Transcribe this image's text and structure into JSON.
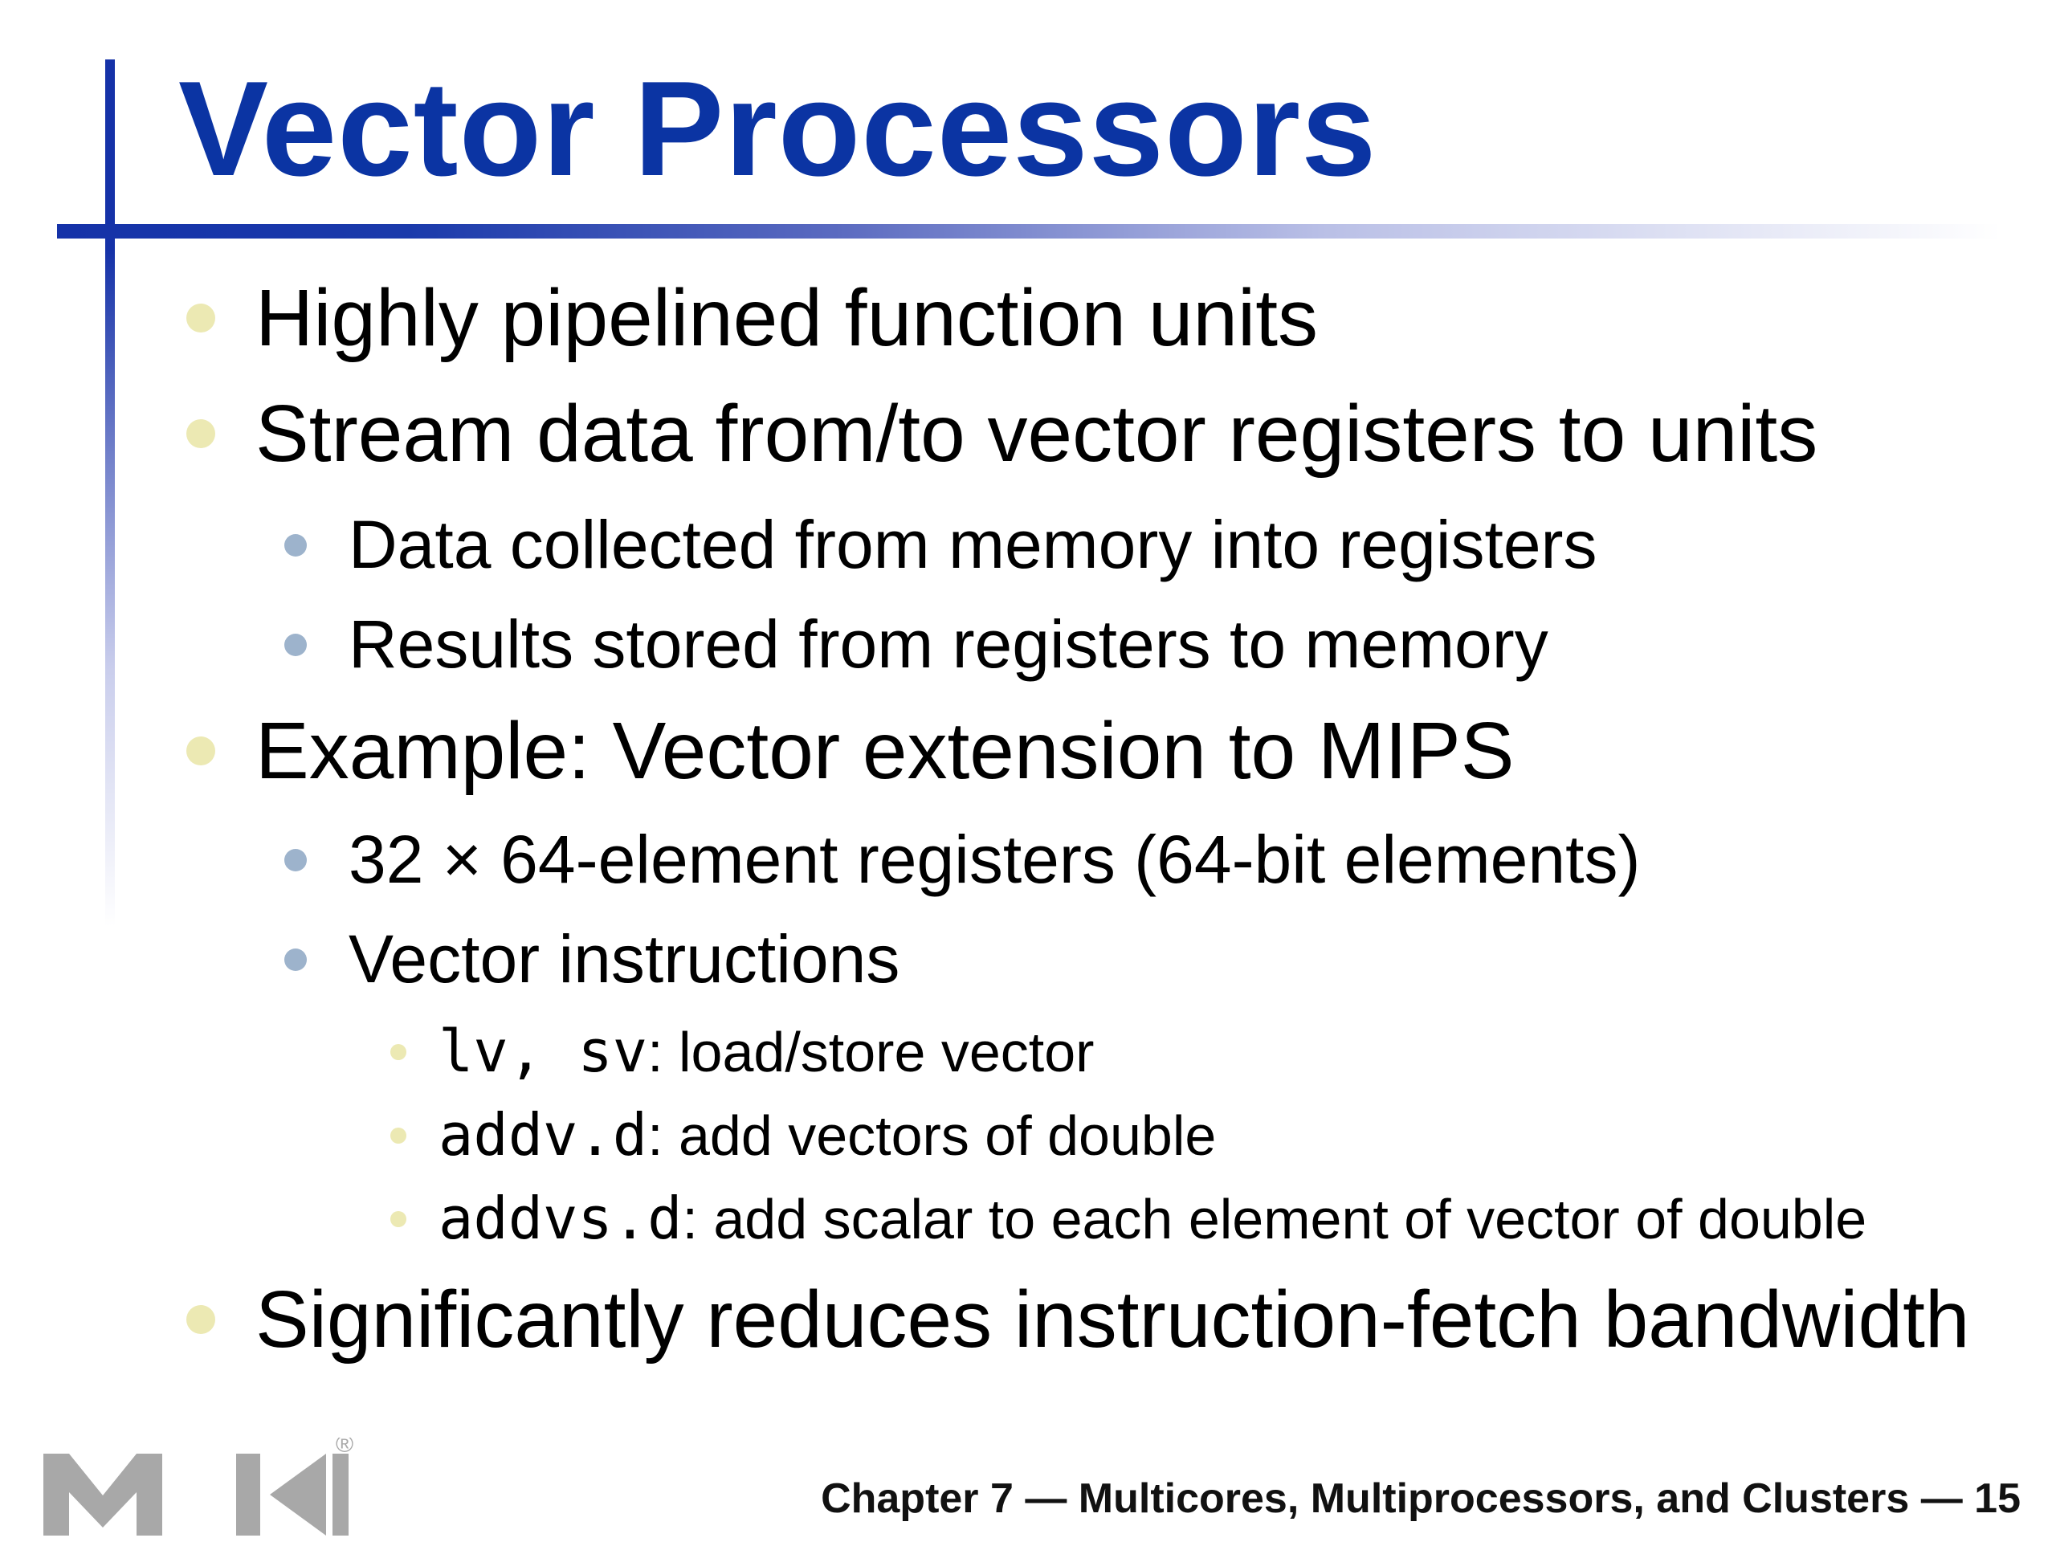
{
  "slide": {
    "title": "Vector Processors",
    "bullets": [
      {
        "level": 1,
        "text": "Highly pipelined function units"
      },
      {
        "level": 1,
        "text": "Stream data from/to vector registers to units"
      },
      {
        "level": 2,
        "text": "Data collected from memory into registers"
      },
      {
        "level": 2,
        "text": "Results stored from registers to memory"
      },
      {
        "level": 1,
        "text": "Example: Vector extension to MIPS"
      },
      {
        "level": 2,
        "text": "32 × 64-element registers (64-bit elements)"
      },
      {
        "level": 2,
        "text": "Vector instructions"
      },
      {
        "level": 3,
        "code": "lv, sv",
        "text": ": load/store vector"
      },
      {
        "level": 3,
        "code": "addv.d",
        "text": ": add vectors of double"
      },
      {
        "level": 3,
        "code": "addvs.d",
        "text": ": add scalar to each element of vector of double"
      },
      {
        "level": 1,
        "text": "Significantly reduces instruction-fetch bandwidth"
      }
    ],
    "footer": "Chapter 7 — Multicores, Multiprocessors, and Clusters — 15",
    "logo": {
      "letters": "MK",
      "registered_mark": "®"
    }
  },
  "colors": {
    "title": "#0b34a3",
    "rule": "#1532a8",
    "bullet_level1": "#ece9b3",
    "bullet_level2": "#9db3cc",
    "bullet_level3": "#ece9b3",
    "logo": "#a8a8a8"
  }
}
